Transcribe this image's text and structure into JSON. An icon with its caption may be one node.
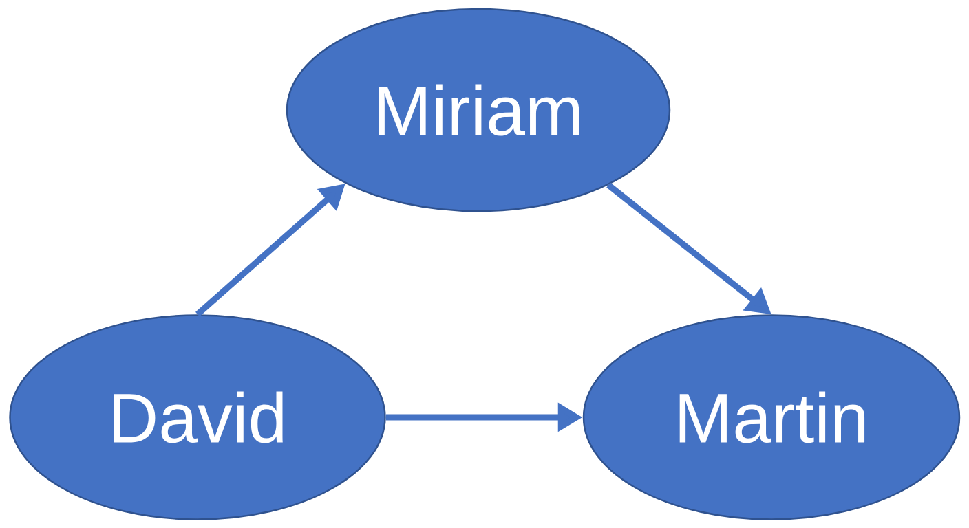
{
  "diagram": {
    "nodes": [
      {
        "text": [
          "Miriam"
        ]
      },
      {
        "text": [
          "David"
        ]
      },
      {
        "text": [
          "Martin"
        ]
      }
    ],
    "edges": [
      {
        "from": 1,
        "to": 0,
        "arrow": "to"
      },
      {
        "from": 0,
        "to": 2,
        "arrow": "to"
      },
      {
        "from": 1,
        "to": 2,
        "arrow": "to"
      }
    ]
  }
}
